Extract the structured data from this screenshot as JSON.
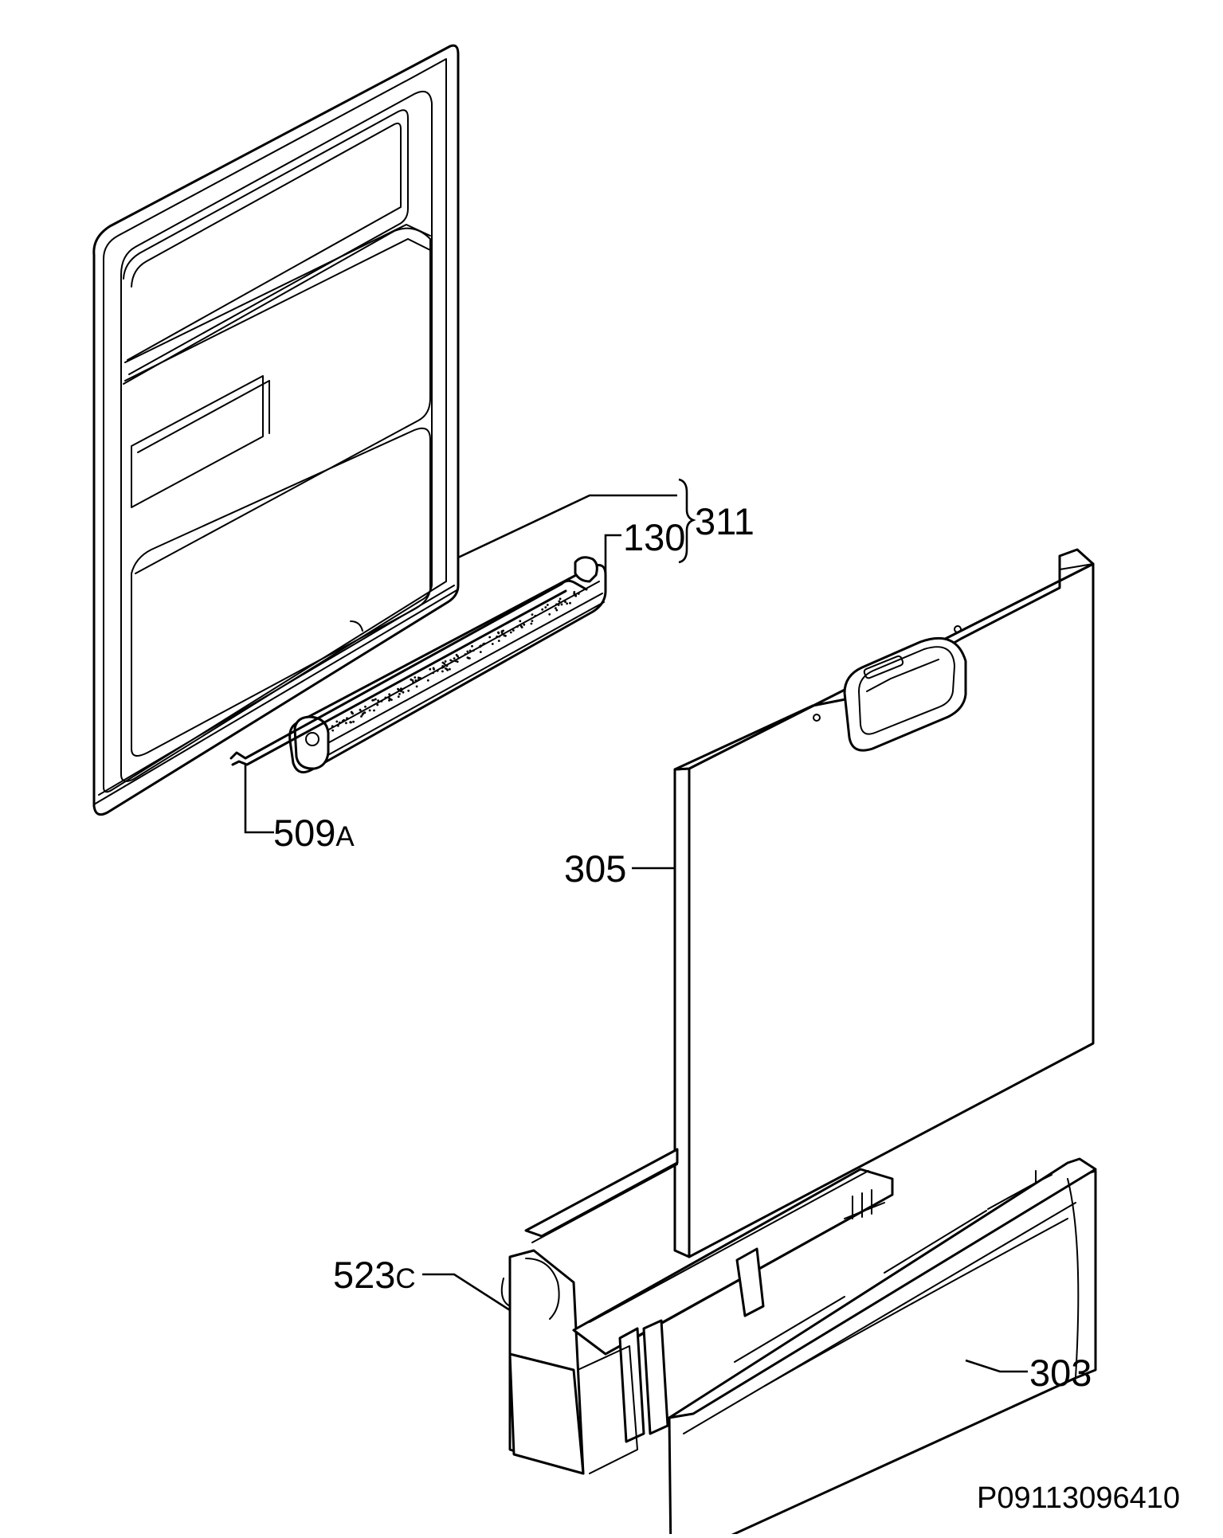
{
  "diagram": {
    "callouts": {
      "door_inner_group": "311",
      "seal": "130",
      "seal_clip_number": "509",
      "seal_clip_suffix": "A",
      "door_panel": "305",
      "hinge_number": "523",
      "hinge_suffix": "C",
      "kick_plate": "303"
    },
    "drawing_code": "P09113096410"
  }
}
